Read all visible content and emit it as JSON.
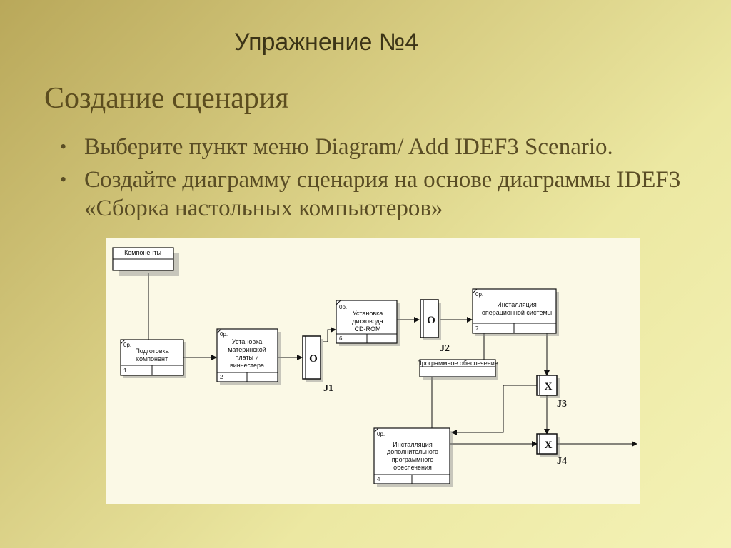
{
  "slide": {
    "title": "Упражнение №4",
    "subtitle": "Создание сценария",
    "bullets": [
      "Выберите пункт меню Diagram/ Add IDEF3 Scenario.",
      "Создайте диаграмму сценария на основе диаграммы IDEF3 «Сборка настольных компьютеров»"
    ]
  },
  "diagram": {
    "objects": {
      "components": "Компоненты",
      "software": "Программное обеспечение"
    },
    "boxes": [
      {
        "num": "1",
        "tag": "0р.",
        "lines": [
          "Подготовка",
          "компонент"
        ]
      },
      {
        "num": "2",
        "tag": "0р.",
        "lines": [
          "Установка",
          "материнской",
          "платы и",
          "винчестера"
        ]
      },
      {
        "num": "6",
        "tag": "0р.",
        "lines": [
          "Установка",
          "дисковода",
          "CD-ROM"
        ]
      },
      {
        "num": "7",
        "tag": "0р.",
        "lines": [
          "Инсталляция",
          "операционной системы"
        ]
      },
      {
        "num": "4",
        "tag": "0р.",
        "lines": [
          "Инсталляция",
          "дополнительного",
          "программного",
          "обеспечения"
        ]
      }
    ],
    "junctions": [
      {
        "label": "J1",
        "symbol": "O"
      },
      {
        "label": "J2",
        "symbol": "O"
      },
      {
        "label": "J3",
        "symbol": "X"
      },
      {
        "label": "J4",
        "symbol": "X"
      }
    ]
  }
}
